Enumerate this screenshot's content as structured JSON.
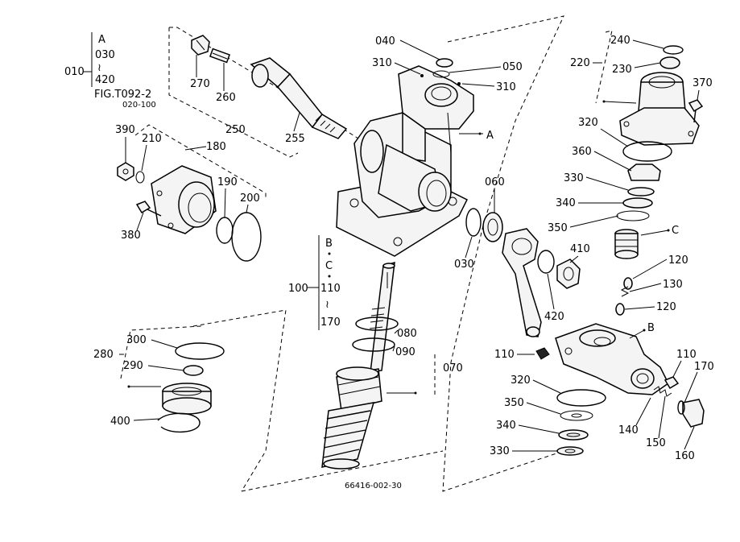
{
  "title_block": {
    "ref_a": "A",
    "ref_030": "030",
    "tilde": "≀",
    "ref_420": "420",
    "prefix_010": "010",
    "fig_ref": "FIG.T092-2",
    "fig_range": "020-100"
  },
  "group_100": {
    "b": "B",
    "c": "C",
    "ref_110": "110",
    "tilde": "≀",
    "ref_170": "170",
    "prefix": "100"
  },
  "labels": {
    "p040": "040",
    "p050": "050",
    "p310a": "310",
    "p310b": "310",
    "pA": "A",
    "p250": "250",
    "p255": "255",
    "p260": "260",
    "p270": "270",
    "p390": "390",
    "p210": "210",
    "p180": "180",
    "p190": "190",
    "p200": "200",
    "p380": "380",
    "p060": "060",
    "p030": "030",
    "p410": "410",
    "p420": "420",
    "p080": "080",
    "p090": "090",
    "p070": "070",
    "p240": "240",
    "p230": "230",
    "p220": "220",
    "p370": "370",
    "p320a": "320",
    "p360": "360",
    "p330a": "330",
    "p340a": "340",
    "p350a": "350",
    "pC": "C",
    "p120a": "120",
    "p130": "130",
    "p120b": "120",
    "pB": "B",
    "p110a": "110",
    "p110b": "110",
    "p170": "170",
    "p320b": "320",
    "p350b": "350",
    "p340b": "340",
    "p330b": "330",
    "p140": "140",
    "p150": "150",
    "p160": "160",
    "p300": "300",
    "p290": "290",
    "p280": "280",
    "p400": "400"
  },
  "footer_code": "66416-002-30"
}
